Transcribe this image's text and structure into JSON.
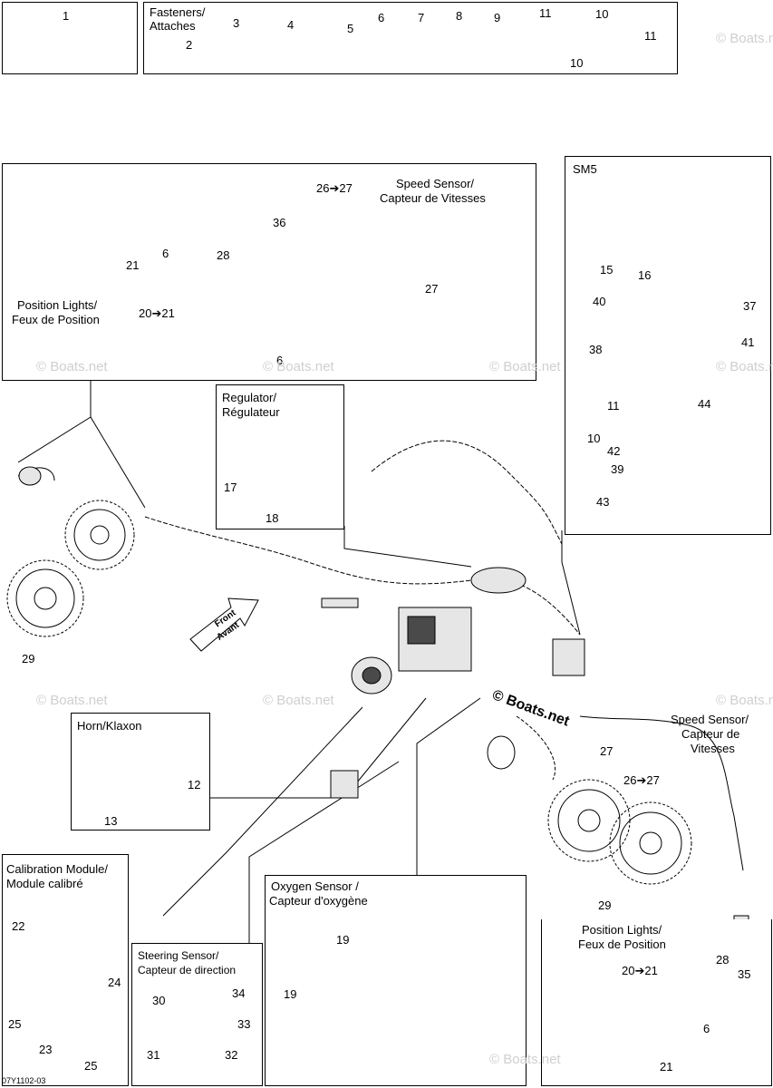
{
  "boxes": {
    "top_kit": {
      "callout": "1"
    },
    "fasteners": {
      "title_line1": "Fasteners/",
      "title_line2": "Attaches",
      "callouts": [
        "2",
        "3",
        "4",
        "5",
        "6",
        "7",
        "8",
        "9",
        "11",
        "10",
        "10",
        "11"
      ]
    },
    "speed_sensor_top": {
      "title_line1": "Speed Sensor/",
      "title_line2": "Capteur de Vitesses",
      "range": "26➔27",
      "callouts": [
        "36",
        "28",
        "21",
        "6",
        "27",
        "6"
      ]
    },
    "position_lights_top": {
      "title_line1": "Position Lights/",
      "title_line2": "Feux de Position",
      "range": "20➔21"
    },
    "sm5": {
      "title": "SM5",
      "callouts": [
        "15",
        "16",
        "37",
        "40",
        "41",
        "38",
        "11",
        "10",
        "44",
        "42",
        "39",
        "43"
      ]
    },
    "regulator": {
      "title_line1": "Regulator/",
      "title_line2": "Régulateur",
      "callouts": [
        "17",
        "18"
      ]
    },
    "horn": {
      "title": "Horn/Klaxon",
      "callouts": [
        "12",
        "13"
      ]
    },
    "calibration": {
      "title_line1": "Calibration Module/",
      "title_line2": "Module calibré",
      "callouts": [
        "22",
        "24",
        "25",
        "23",
        "25"
      ]
    },
    "steering": {
      "title_line1": "Steering Sensor/",
      "title_line2": "Capteur de direction",
      "callouts": [
        "34",
        "30",
        "33",
        "31",
        "32"
      ]
    },
    "oxygen": {
      "title_line1": "Oxygen Sensor /",
      "title_line2": "Capteur d'oxygène",
      "callouts": [
        "19",
        "19"
      ]
    },
    "main": {
      "front_line1": "Front",
      "front_line2": "Avant",
      "callout_29_left": "29"
    },
    "right_assembly": {
      "title_line1": "Speed Sensor/",
      "title_line2": "Capteur de",
      "title_line3": "Vitesses",
      "range": "26➔27",
      "callouts": [
        "27",
        "29",
        "28",
        "35",
        "21",
        "6"
      ],
      "position_line1": "Position Lights/",
      "position_line2": "Feux de Position",
      "position_range": "20➔21"
    }
  },
  "watermark": "© Boats.net",
  "watermark_center": "© Boats.net",
  "figure_code": "07Y1102-03"
}
